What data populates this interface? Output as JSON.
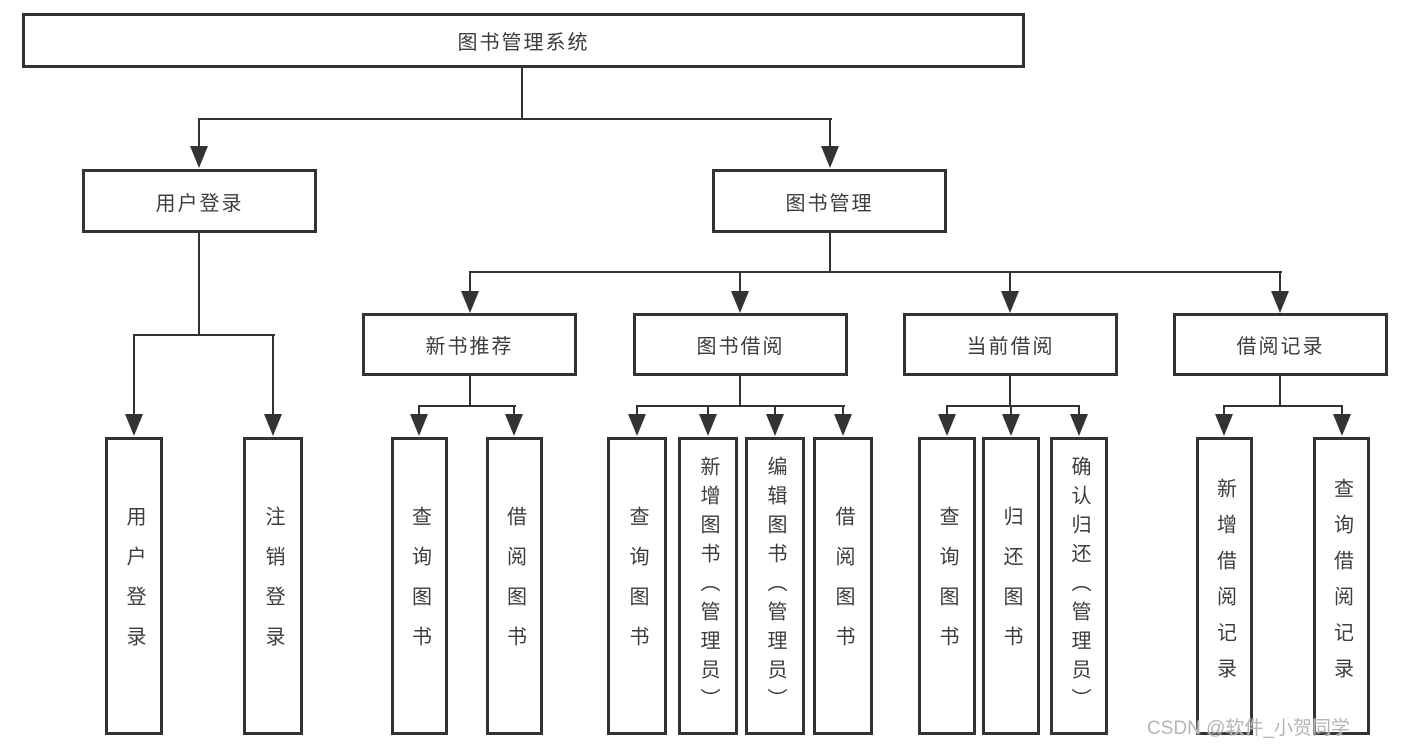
{
  "tree": {
    "root": {
      "label": "图书管理系统",
      "children": [
        {
          "label": "用户登录",
          "children": [
            {
              "label": "用户登录"
            },
            {
              "label": "注销登录"
            }
          ]
        },
        {
          "label": "图书管理",
          "children": [
            {
              "label": "新书推荐",
              "children": [
                {
                  "label": "查询图书"
                },
                {
                  "label": "借阅图书"
                }
              ]
            },
            {
              "label": "图书借阅",
              "children": [
                {
                  "label": "查询图书"
                },
                {
                  "label": "新增图书（管理员）"
                },
                {
                  "label": "编辑图书（管理员）"
                },
                {
                  "label": "借阅图书"
                }
              ]
            },
            {
              "label": "当前借阅",
              "children": [
                {
                  "label": "查询图书"
                },
                {
                  "label": "归还图书"
                },
                {
                  "label": "确认归还（管理员）"
                }
              ]
            },
            {
              "label": "借阅记录",
              "children": [
                {
                  "label": "新增借阅记录"
                },
                {
                  "label": "查询借阅记录"
                }
              ]
            }
          ]
        }
      ]
    }
  },
  "watermark": {
    "text": "CSDN @软件_小贺同学"
  },
  "colors": {
    "line": "#333333",
    "text": "#3d3d3d",
    "watermark": "#b5b5b5",
    "background": "#ffffff"
  }
}
